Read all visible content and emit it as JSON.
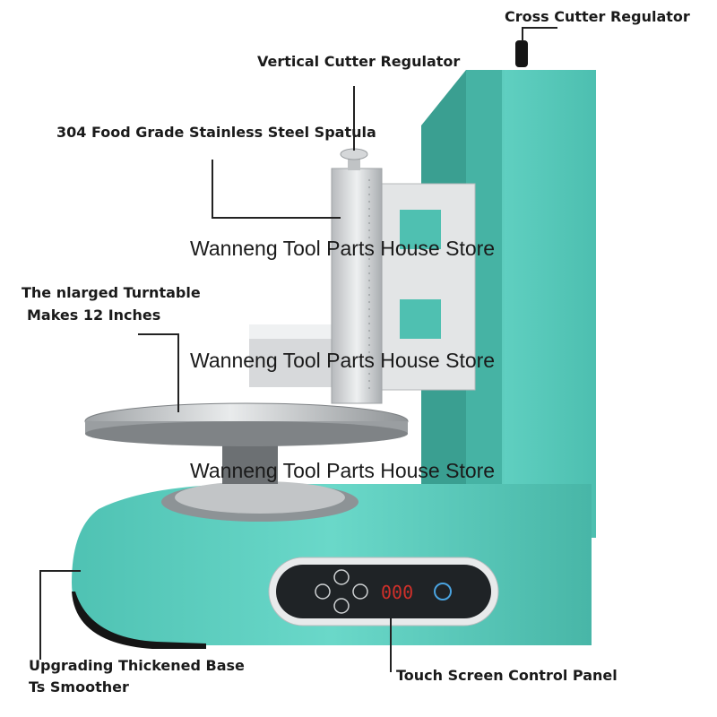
{
  "labels": {
    "cross_cutter": "Cross Cutter Regulator",
    "vertical_cutter": "Vertical Cutter Regulator",
    "spatula": "304 Food Grade Stainless Steel Spatula",
    "turntable_line1": "The nlarged Turntable",
    "turntable_line2": "Makes 12 Inches",
    "base_line1": "Upgrading Thickened Base",
    "base_line2": "Ts Smoother",
    "control_panel": "Touch Screen Control Panel"
  },
  "watermark": "Wanneng Tool Parts House Store",
  "display": {
    "digits": "000"
  },
  "colors": {
    "machine_body": "#5fcfc0",
    "machine_shadow": "#3fae9f",
    "panel": "#1f2326",
    "display_digits": "#d0302a",
    "steel": "#c9ccce"
  }
}
